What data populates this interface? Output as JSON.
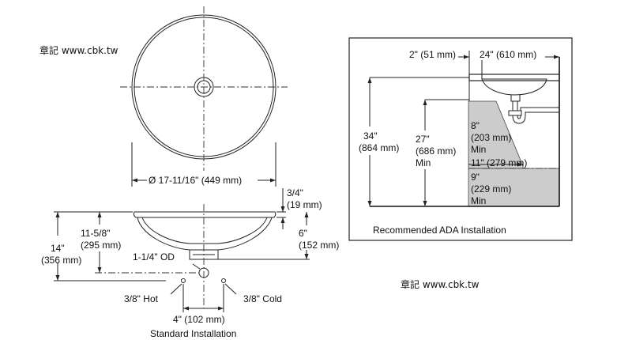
{
  "watermark": {
    "left": "章記 www.cbk.tw",
    "right": "章記 www.cbk.tw"
  },
  "top_view": {
    "diameter": "Ø 17-11/16\" (449 mm)"
  },
  "side_view": {
    "rim_thickness": [
      "3/4\"",
      "(19 mm)"
    ],
    "bowl_depth": [
      "6\"",
      "(152 mm)"
    ],
    "overall_height": [
      "14\"",
      "(356 mm)"
    ],
    "drain_height": [
      "11-5/8\"",
      "(295 mm)"
    ],
    "drain_od": "1-1/4\" OD",
    "hot": "3/8\" Hot",
    "cold": "3/8\" Cold",
    "supply_spacing": "4\" (102 mm)",
    "caption": "Standard Installation"
  },
  "ada": {
    "setback": "2\" (51 mm)",
    "sink_width": "24\" (610 mm)",
    "counter_height": [
      "34\"",
      "(864 mm)"
    ],
    "knee_clearance": [
      "27\"",
      "(686 mm)",
      "Min"
    ],
    "knee_depth_top": [
      "8\"",
      "(203 mm)",
      "Min"
    ],
    "knee_depth_mid": "11\" (279 mm)",
    "toe_clearance": [
      "9\"",
      "(229 mm)",
      "Min"
    ],
    "caption": "Recommended ADA Installation"
  },
  "colors": {
    "line": "#222222",
    "shade": "#cccccc",
    "background": "#ffffff"
  }
}
